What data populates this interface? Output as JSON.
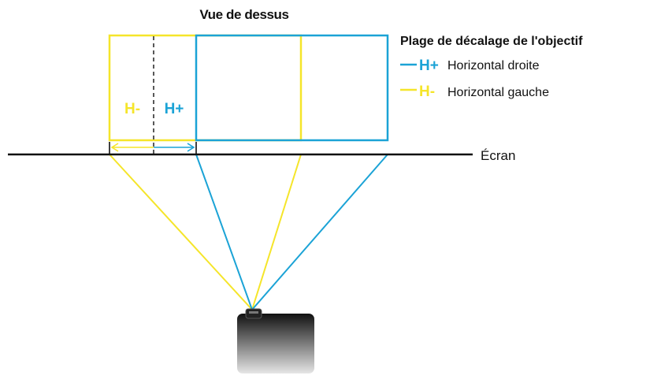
{
  "title": "Vue de dessus",
  "legend": {
    "title": "Plage de décalage de l'objectif",
    "items": [
      {
        "symbol": "H+",
        "label": "Horizontal droite",
        "color": "#1ba3d6"
      },
      {
        "symbol": "H-",
        "label": "Horizontal gauche",
        "color": "#f5e52a"
      }
    ]
  },
  "zones": {
    "left": {
      "label": "H-",
      "color": "#f5e52a"
    },
    "right": {
      "label": "H+",
      "color": "#1ba3d6"
    }
  },
  "screen_label": "Écran",
  "colors": {
    "blue": "#1ba3d6",
    "yellow": "#f5e52a",
    "line": "#111111"
  }
}
